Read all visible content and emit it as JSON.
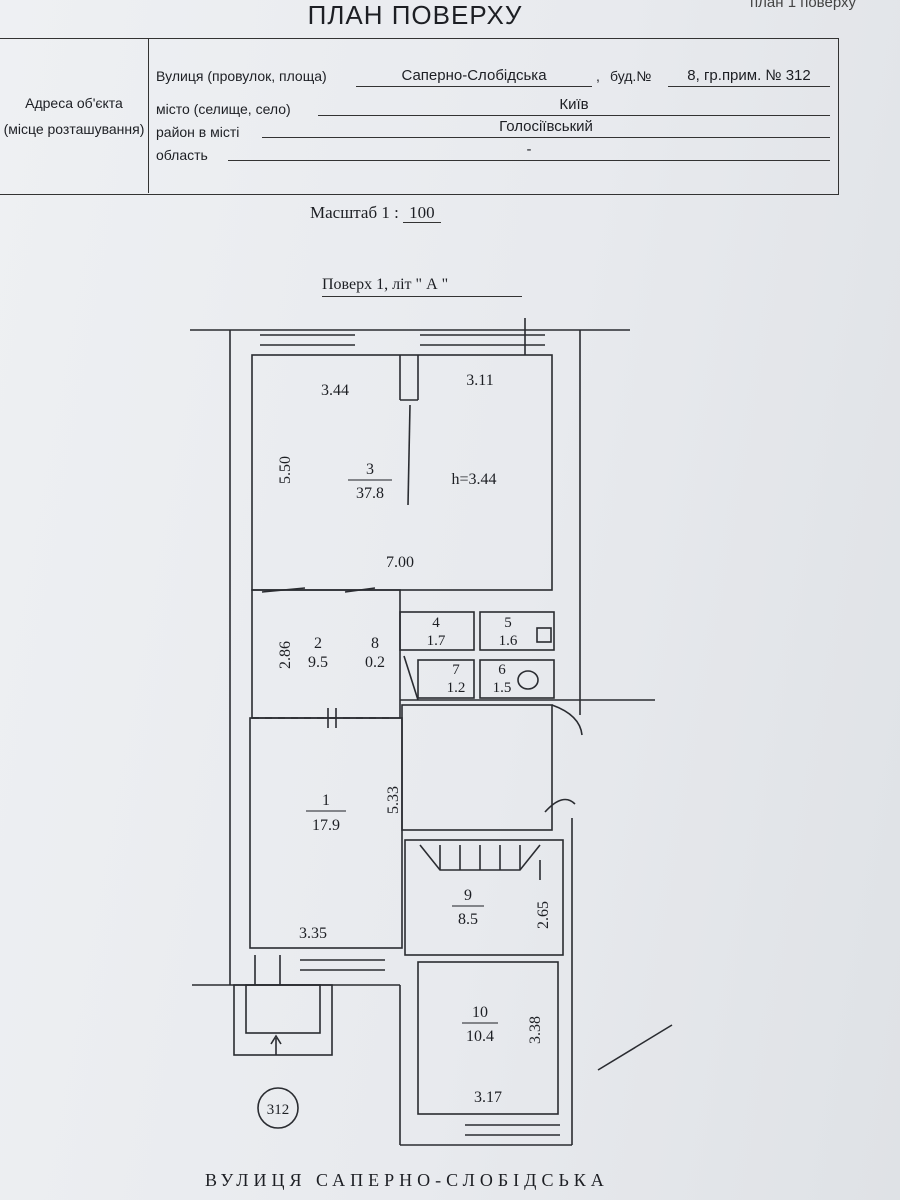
{
  "header": {
    "title": "ПЛАН ПОВЕРХУ",
    "corner_note": "план 1 поверху"
  },
  "address": {
    "left_label_1": "Адреса об'єкта",
    "left_label_2": "(місце розташування)",
    "street_label": "Вулиця (провулок, площа)",
    "street_value": "Саперно-Слобідська",
    "building_label": "буд.№",
    "building_value": "8, гр.прим. № 312",
    "city_label": "місто (селище, село)",
    "city_value": "Київ",
    "district_label": "район в місті",
    "district_value": "Голосіївський",
    "region_label": "область",
    "region_value": "-"
  },
  "scale": {
    "label": "Масштаб 1 :",
    "value": "100"
  },
  "floor_label": "Поверх 1,  літ \" А \"",
  "rooms": [
    {
      "id": "3",
      "area": "37.8"
    },
    {
      "id": "2",
      "area": "9.5"
    },
    {
      "id": "8",
      "area": "0.2"
    },
    {
      "id": "4",
      "area": "1.7"
    },
    {
      "id": "5",
      "area": "1.6"
    },
    {
      "id": "7",
      "area": "1.2"
    },
    {
      "id": "6",
      "area": "1.5"
    },
    {
      "id": "1",
      "area": "17.9"
    },
    {
      "id": "9",
      "area": "8.5"
    },
    {
      "id": "10",
      "area": "10.4"
    }
  ],
  "dimensions": {
    "d344": "3.44",
    "d311": "3.11",
    "d550": "5.50",
    "height": "h=3.44",
    "d700": "7.00",
    "d286": "2.86",
    "d533": "5.33",
    "d335": "3.35",
    "d265": "2.65",
    "d338": "3.38",
    "d317": "3.17"
  },
  "entrance_no": "312",
  "street_caption": "ВУЛИЦЯ САПЕРНО-СЛОБІДСЬКА"
}
